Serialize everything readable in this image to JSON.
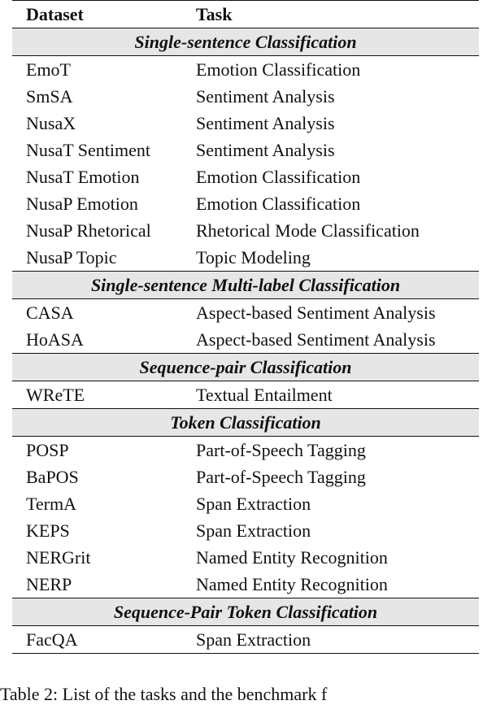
{
  "table": {
    "headers": {
      "dataset": "Dataset",
      "task": "Task"
    },
    "sections": [
      {
        "title": "Single-sentence Classification",
        "rows": [
          {
            "dataset": "EmoT",
            "task": "Emotion Classification"
          },
          {
            "dataset": "SmSA",
            "task": "Sentiment Analysis"
          },
          {
            "dataset": "NusaX",
            "task": "Sentiment Analysis"
          },
          {
            "dataset": "NusaT Sentiment",
            "task": "Sentiment Analysis"
          },
          {
            "dataset": "NusaT Emotion",
            "task": "Emotion Classification"
          },
          {
            "dataset": "NusaP Emotion",
            "task": "Emotion Classification"
          },
          {
            "dataset": "NusaP Rhetorical",
            "task": "Rhetorical Mode Classification"
          },
          {
            "dataset": "NusaP Topic",
            "task": "Topic Modeling"
          }
        ]
      },
      {
        "title": "Single-sentence Multi-label Classification",
        "rows": [
          {
            "dataset": "CASA",
            "task": "Aspect-based Sentiment Analysis"
          },
          {
            "dataset": "HoASA",
            "task": "Aspect-based Sentiment Analysis"
          }
        ]
      },
      {
        "title": "Sequence-pair Classification",
        "rows": [
          {
            "dataset": "WReTE",
            "task": "Textual Entailment"
          }
        ]
      },
      {
        "title": "Token Classification",
        "rows": [
          {
            "dataset": "POSP",
            "task": "Part-of-Speech Tagging"
          },
          {
            "dataset": "BaPOS",
            "task": "Part-of-Speech Tagging"
          },
          {
            "dataset": "TermA",
            "task": "Span Extraction"
          },
          {
            "dataset": "KEPS",
            "task": "Span Extraction"
          },
          {
            "dataset": "NERGrit",
            "task": "Named Entity Recognition"
          },
          {
            "dataset": "NERP",
            "task": "Named Entity Recognition"
          }
        ]
      },
      {
        "title": "Sequence-Pair Token Classification",
        "rows": [
          {
            "dataset": "FacQA",
            "task": "Span Extraction"
          }
        ]
      }
    ]
  },
  "caption": {
    "text": "Table 2: List of the tasks and the benchmark f"
  }
}
